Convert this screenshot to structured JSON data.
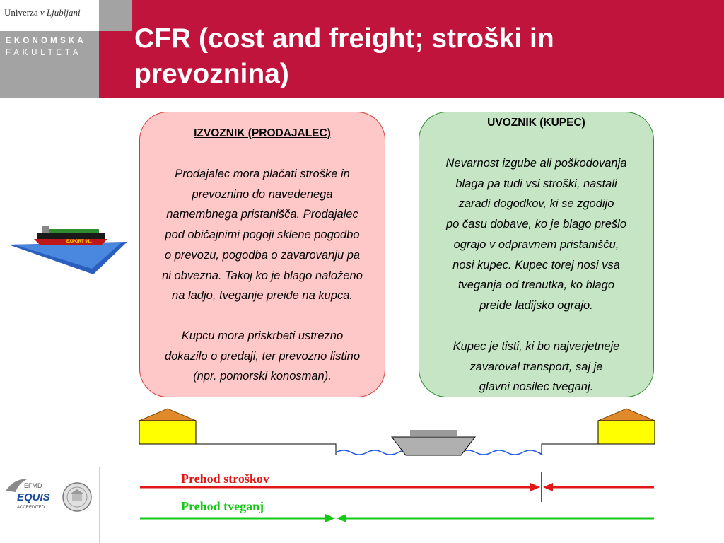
{
  "header": {
    "university": "Univerza",
    "university_italic": "v Ljubljani",
    "faculty_line1": "EKONOMSKA",
    "faculty_line2": "FAKULTETA",
    "title": "CFR (cost and freight; stroški in prevoznina)"
  },
  "exporter": {
    "title": "IZVOZNIK (PRODAJALEC)",
    "text1": "Prodajalec mora plačati stroške in\nprevoznino do navedenega\nnamembnega pristanišča. Prodajalec\npod običajnimi pogoji sklene pogodbo\no prevozu, pogodba o zavarovanju pa\nni obvezna. Takoj ko je blago naloženo\nna ladjo, tveganje preide na kupca.",
    "text2": "Kupcu mora priskrbeti ustrezno\ndokazilo o predaji, ter prevozno listino\n(npr. pomorski konosman)."
  },
  "importer": {
    "title": "UVOZNIK (KUPEC)",
    "text1": "Nevarnost izgube ali poškodovanja\nblaga pa tudi vsi stroški, nastali\nzaradi dogodkov, ki se zgodijo\npo času dobave, ko je blago prešlo\nograjo v odpravnem pristanišču,\nnosi kupec. Kupec torej nosi vsa\ntveganja od trenutka, ko blago\npreide ladijsko ograjo.",
    "text2": "Kupec je tisti, ki bo najverjetneje\nzavaroval transport, saj je\nglavni nosilec tveganj."
  },
  "ship_picture": {
    "label": "EXPORT 911"
  },
  "arrows": {
    "cost_label": "Prehod stroškov",
    "risk_label": "Prehod tveganj",
    "cost_color": "#e01818",
    "risk_color": "#16c816"
  },
  "footer": {
    "efmd": "EFMD",
    "equis": "EQUIS",
    "accredited": "ACCREDITED"
  },
  "colors": {
    "header": "#c0143c",
    "exporter_fill": "#ffc8c8",
    "importer_fill": "#c5e5c5"
  }
}
